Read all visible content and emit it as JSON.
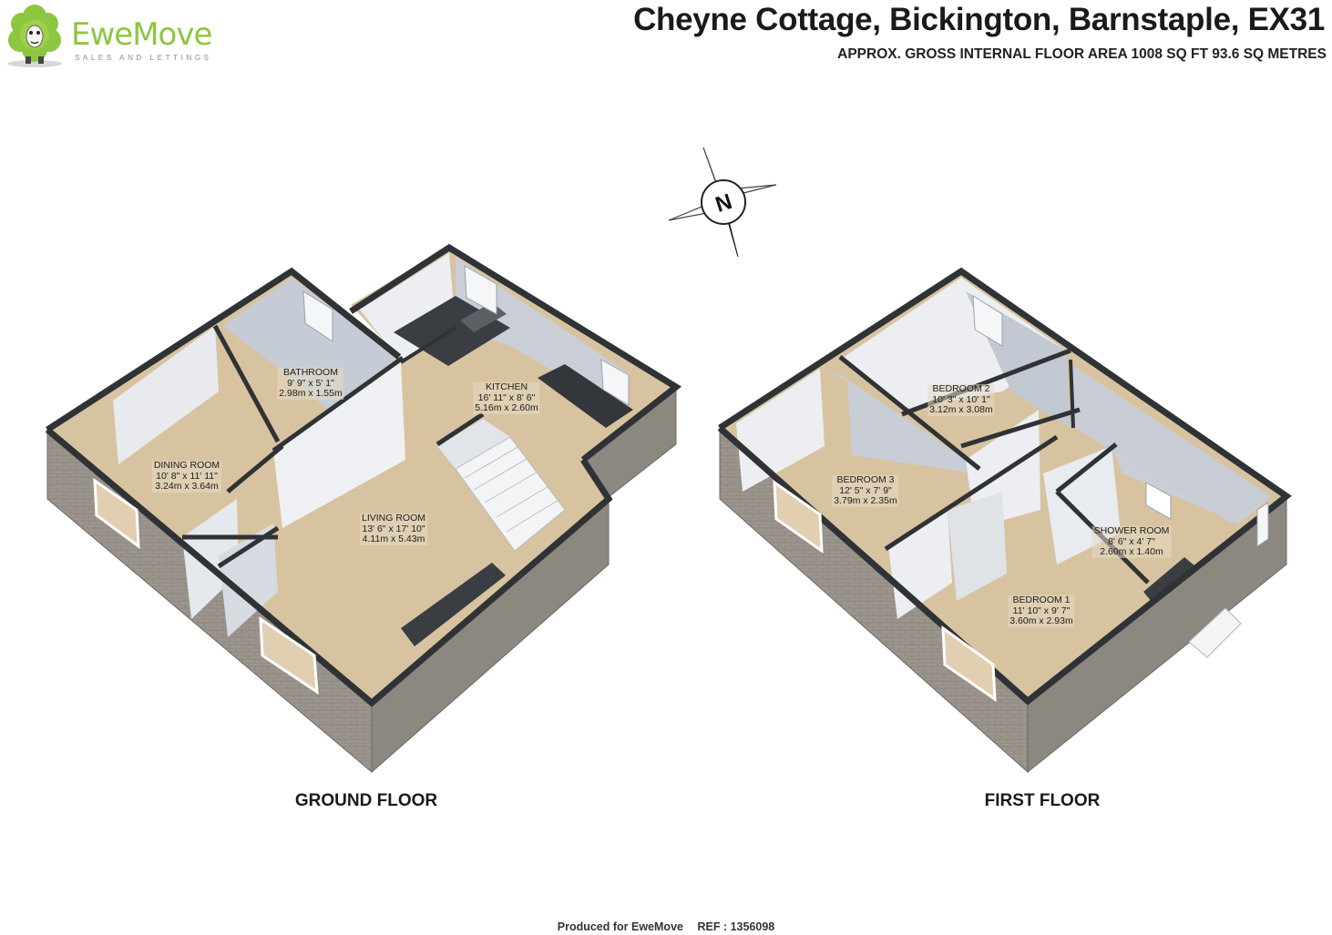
{
  "brand": {
    "name": "EweMove",
    "tagline": "SALES AND LETTINGS"
  },
  "header": {
    "title": "Cheyne Cottage, Bickington, Barnstaple, EX31",
    "area": "APPROX. GROSS INTERNAL FLOOR AREA 1008 SQ FT 93.6 SQ METRES"
  },
  "compass": {
    "label": "N"
  },
  "ground_floor": {
    "name": "GROUND FLOOR",
    "rooms": [
      {
        "name": "BATHROOM",
        "imperial": "9' 9\" x 5' 1\"",
        "metric": "2.98m x 1.55m"
      },
      {
        "name": "KITCHEN",
        "imperial": "16' 11\" x 8' 6\"",
        "metric": "5.16m x 2.60m"
      },
      {
        "name": "DINING ROOM",
        "imperial": "10' 8\" x 11' 11\"",
        "metric": "3.24m x 3.64m"
      },
      {
        "name": "LIVING ROOM",
        "imperial": "13' 6\" x 17' 10\"",
        "metric": "4.11m x 5.43m"
      }
    ]
  },
  "first_floor": {
    "name": "FIRST FLOOR",
    "rooms": [
      {
        "name": "BEDROOM 2",
        "imperial": "10' 3\" x 10' 1\"",
        "metric": "3.12m x 3.08m"
      },
      {
        "name": "BEDROOM 3",
        "imperial": "12' 5\" x 7' 9\"",
        "metric": "3.79m x 2.35m"
      },
      {
        "name": "SHOWER ROOM",
        "imperial": "8' 6\" x 4' 7\"",
        "metric": "2.60m x 1.40m"
      },
      {
        "name": "BEDROOM 1",
        "imperial": "11' 10\" x 9' 7\"",
        "metric": "3.60m x 2.93m"
      }
    ]
  },
  "footer": {
    "produced": "Produced for EweMove",
    "ref": "REF : 1356098"
  },
  "colors": {
    "floor": "#d9c4a2",
    "wall_top": "#2f3336",
    "wall_inner": "#c9ced6",
    "brick": "#9a948c",
    "brand_green": "#8dc63f"
  }
}
